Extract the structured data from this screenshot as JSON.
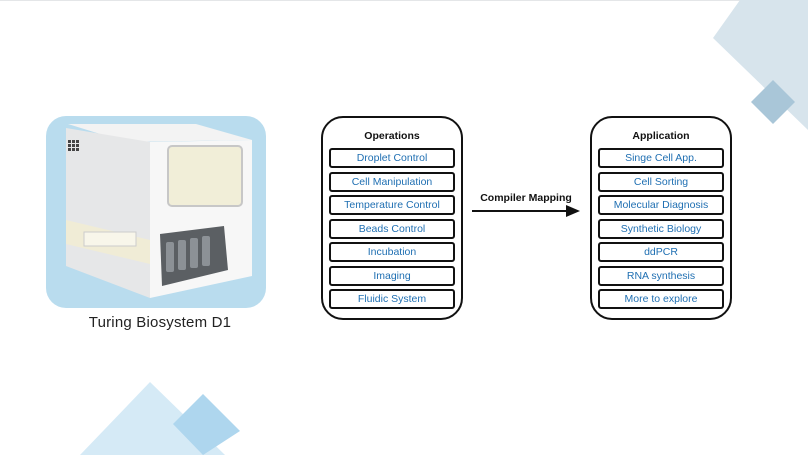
{
  "operations": {
    "title": "Operations",
    "items": [
      "Droplet Control",
      "Cell Manipulation",
      "Temperature Control",
      "Beads Control",
      "Incubation",
      "Imaging",
      "Fluidic System"
    ]
  },
  "application": {
    "title": "Application",
    "items": [
      "Singe Cell App.",
      "Cell Sorting",
      "Molecular Diagnosis",
      "Synthetic Biology",
      "ddPCR",
      "RNA synthesis",
      "More to explore"
    ]
  },
  "arrow": {
    "label": "Compiler Mapping"
  },
  "product": {
    "caption": "Turing Biosystem D1"
  },
  "colors": {
    "item_text": "#1f6fb2",
    "product_bg": "#b9dcee",
    "deco_dark": "#8fb3c8",
    "deco_light": "#c5e3f2"
  }
}
